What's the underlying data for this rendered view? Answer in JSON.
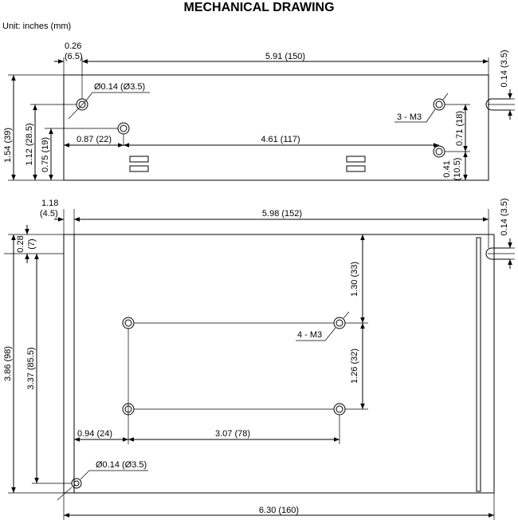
{
  "title": "MECHANICAL DRAWING",
  "unit": "Unit: inches (mm)",
  "top_view": {
    "d_hole_offset_a": "0.26",
    "d_hole_offset_b": "(6.5)",
    "d_length": "5.91 (150)",
    "d_slot_height": "0.14 (3.5)",
    "d_hole_dia": "Ø0.14 (Ø3.5)",
    "d_m3": "3 - M3",
    "d_height": "1.54 (39)",
    "d_h2": "1.12 (28.5)",
    "d_h3": "0.75 (19)",
    "d_x1": "0.87 (22)",
    "d_x2": "4.61 (117)",
    "d_v1": "0.71 (18)",
    "d_v2": "0.41",
    "d_v2b": "(10.5)"
  },
  "bottom_view": {
    "d_offset_a": "1.18",
    "d_offset_b": "(4.5)",
    "d_length": "5.98 (152)",
    "d_slot_height": "0.14 (3.5)",
    "d_top_a": "0.28",
    "d_top_b": "(7)",
    "d_v1": "1.30 (33)",
    "d_m3": "4 - M3",
    "d_v2": "1.26 (32)",
    "d_height": "3.86 (98)",
    "d_h2": "3.37 (85.5)",
    "d_x1": "0.94 (24)",
    "d_x2": "3.07 (78)",
    "d_hole_dia": "Ø0.14 (Ø3.5)",
    "d_total": "6.30 (160)"
  }
}
